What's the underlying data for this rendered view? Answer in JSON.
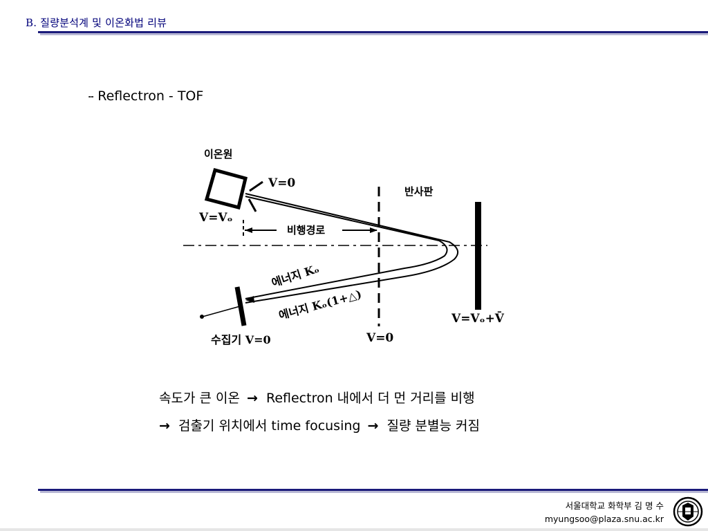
{
  "header": {
    "title": "B. 질량분석계 및 이온화법 리뷰"
  },
  "subtitle": {
    "bullet": "┅",
    "text": "Reflectron - TOF"
  },
  "diagram": {
    "ion_source_label": "이온원",
    "v_zero_label": "V=0",
    "v_source_label": "V=Vₒ",
    "flight_path_label": "비행경로",
    "reflector_label": "반사판",
    "energy1_label": "에너지 Kₒ",
    "energy2_label": "에너지 Kₒ(1+△)",
    "detector_label": "수집기 V=0",
    "grid_label": "V=0",
    "reflector_voltage_label": "V=Vₒ+V̄"
  },
  "captions": {
    "line1_left": "속도가 큰 이온",
    "line1_arrow": "→",
    "line1_right": "Reflectron 내에서 더 먼 거리를 비행",
    "line2_arrow1": "→",
    "line2_middle": "검출기 위치에서 time focusing",
    "line2_arrow2": "→",
    "line2_right": "질량 분별능 커짐"
  },
  "footer": {
    "affiliation": "서울대학교 화학부 김 명 수",
    "email": "myungsoo@plaza.snu.ac.kr"
  },
  "colors": {
    "header_text": "#00007a",
    "rule": "#1a1a7a",
    "rule_shadow": "#b8b8d4"
  },
  "icons": {
    "emblem": "university-emblem-icon"
  }
}
